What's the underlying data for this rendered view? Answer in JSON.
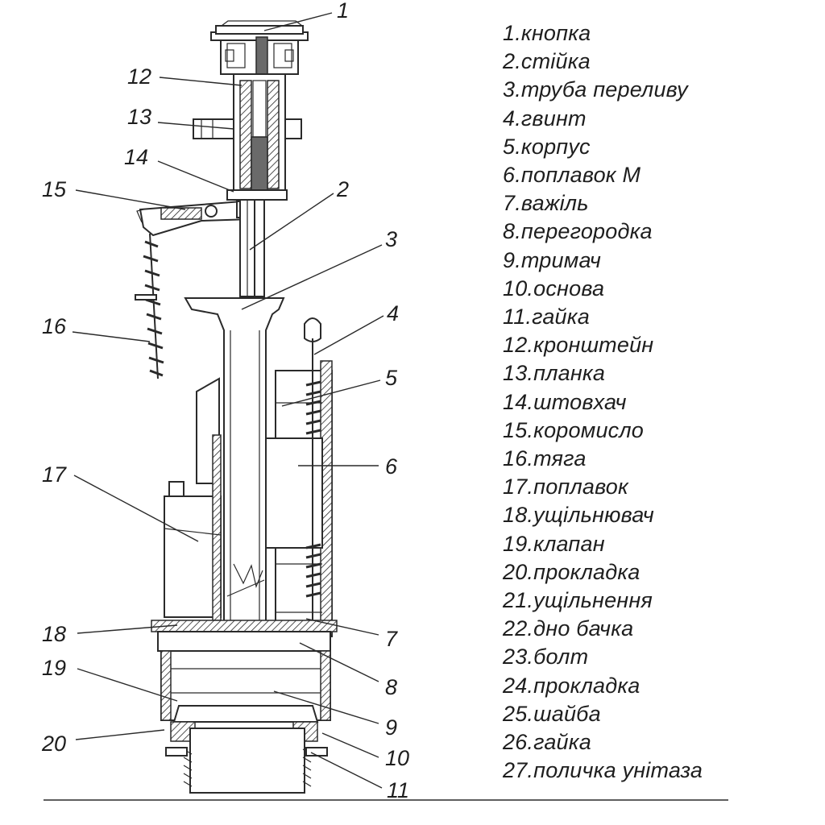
{
  "legend": [
    "1.кнопка",
    "2.стійка",
    "3.труба переливу",
    "4.гвинт",
    "5.корпус",
    "6.поплавок М",
    "7.важіль",
    "8.перегородка",
    "9.тримач",
    "10.основа",
    "11.гайка",
    "12.кронштейн",
    "13.планка",
    "14.штовхач",
    "15.коромисло",
    "16.тяга",
    "17.поплавок",
    "18.ущільнювач",
    "19.клапан",
    "20.прокладка",
    "21.ущільнення",
    "22.дно бачка",
    "23.болт",
    "24.прокладка",
    "25.шайба",
    "26.гайка",
    "27.поличка унітаза"
  ],
  "callouts": [
    "1",
    "2",
    "3",
    "4",
    "5",
    "6",
    "7",
    "8",
    "9",
    "10",
    "11",
    "12",
    "13",
    "14",
    "15",
    "16",
    "17",
    "18",
    "19",
    "20"
  ]
}
